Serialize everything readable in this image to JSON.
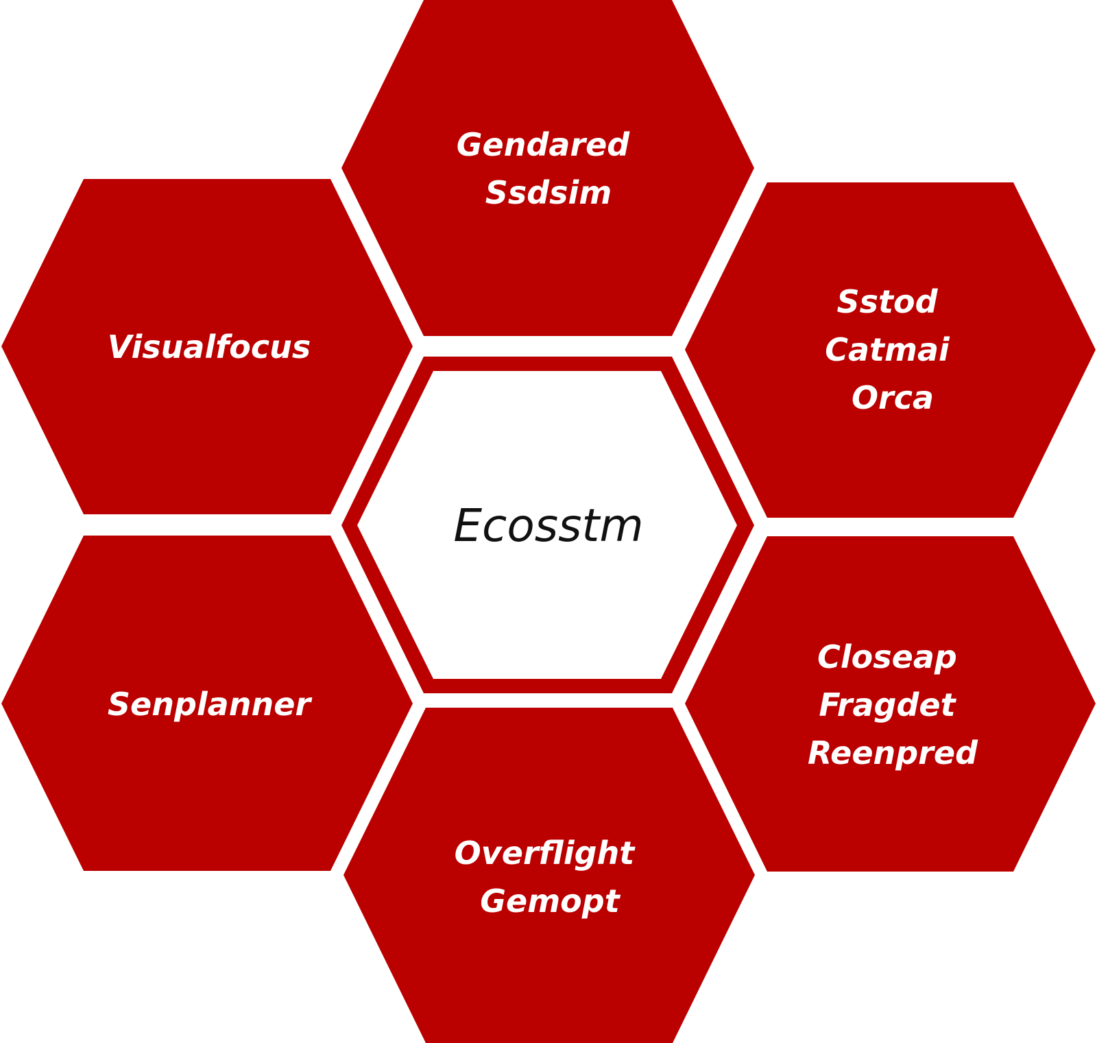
{
  "colors": {
    "hex_fill": "#bb0000",
    "center_fill": "#ffffff",
    "label_color": "#ffffff",
    "center_label_color": "#111111"
  },
  "center": {
    "label": "Ecosstm"
  },
  "hexagons": {
    "top": {
      "lines": [
        "Gendared",
        "Ssdsim"
      ]
    },
    "top_left": {
      "lines": [
        "Visualfocus"
      ]
    },
    "top_right": {
      "lines": [
        "Sstod",
        "Catmai",
        "Orca"
      ]
    },
    "bottom_left": {
      "lines": [
        "Senplanner"
      ]
    },
    "bottom_right": {
      "lines": [
        "Closeap",
        "Fragdet",
        "Reenpred"
      ]
    },
    "bottom": {
      "lines": [
        "Overflight",
        "Gemopt"
      ]
    }
  }
}
